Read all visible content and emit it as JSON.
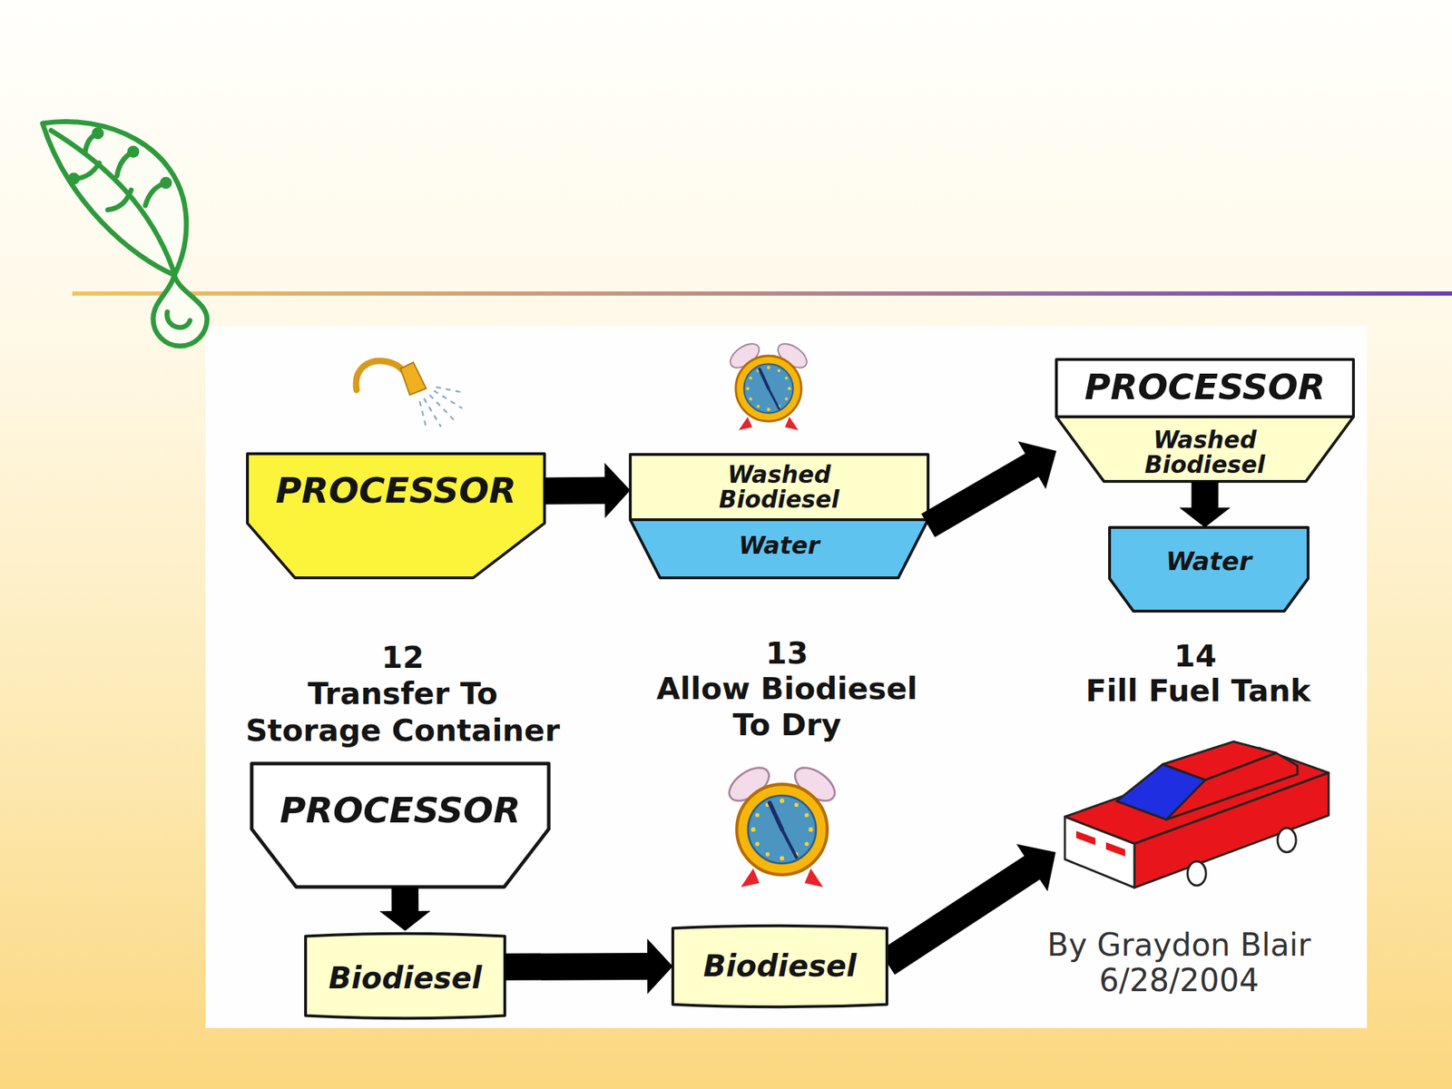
{
  "diagram": {
    "nodes": [
      {
        "text": [
          "PROCESSOR"
        ]
      },
      {
        "text": [
          "Washed Biodiesel"
        ]
      },
      {
        "text": [
          "Water"
        ]
      },
      {
        "text": [
          "PROCESSOR",
          "Washed Biodiesel"
        ]
      },
      {
        "text": [
          "Water"
        ]
      },
      {
        "text": [
          "PROCESSOR"
        ]
      },
      {
        "text": [
          "Biodiesel"
        ]
      },
      {
        "text": [
          "Biodiesel"
        ]
      }
    ],
    "edges": [
      {
        "from": 0,
        "to": 1,
        "arrow": "to"
      },
      {
        "from": 2,
        "to": 3,
        "arrow": "to"
      },
      {
        "from": 3,
        "to": 4,
        "arrow": "to"
      },
      {
        "from": 5,
        "to": 6,
        "arrow": "to"
      },
      {
        "from": 6,
        "to": 7,
        "arrow": "to"
      }
    ],
    "labels": [
      "12",
      "Transfer To Storage Container",
      "13",
      "Allow Biodiesel To Dry",
      "14",
      "Fill Fuel Tank",
      "By Graydon Blair",
      "6/28/2004"
    ]
  }
}
